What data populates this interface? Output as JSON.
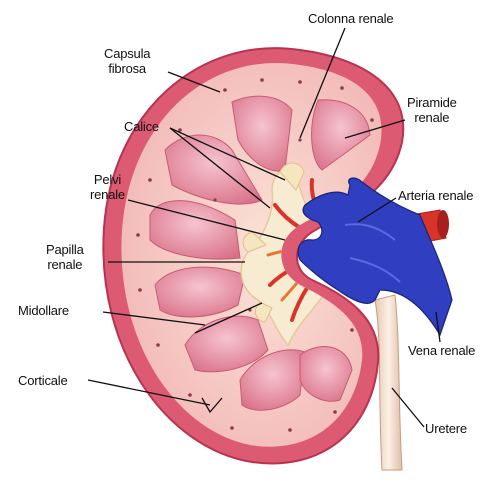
{
  "labels": {
    "capsula": [
      "Capsula",
      "fibrosa"
    ],
    "colonna": "Colonna renale",
    "piramide": [
      "Piramide",
      "renale"
    ],
    "calice": "Calice",
    "pelvi": [
      "Pelvi",
      "renale"
    ],
    "arteria": "Arteria renale",
    "papilla": [
      "Papilla",
      "renale"
    ],
    "midollare": "Midollare",
    "vena": "Vena renale",
    "corticale": "Corticale",
    "uretere": "Uretere"
  },
  "colors": {
    "capsule": "#d9566e",
    "cortex": "#f6c9c6",
    "pyramid": "#e48e9e",
    "pelvis": "#f7ecd2",
    "artery": "#d8342a",
    "vein": "#2f3fbf",
    "ureter": "#f2dcc4"
  }
}
